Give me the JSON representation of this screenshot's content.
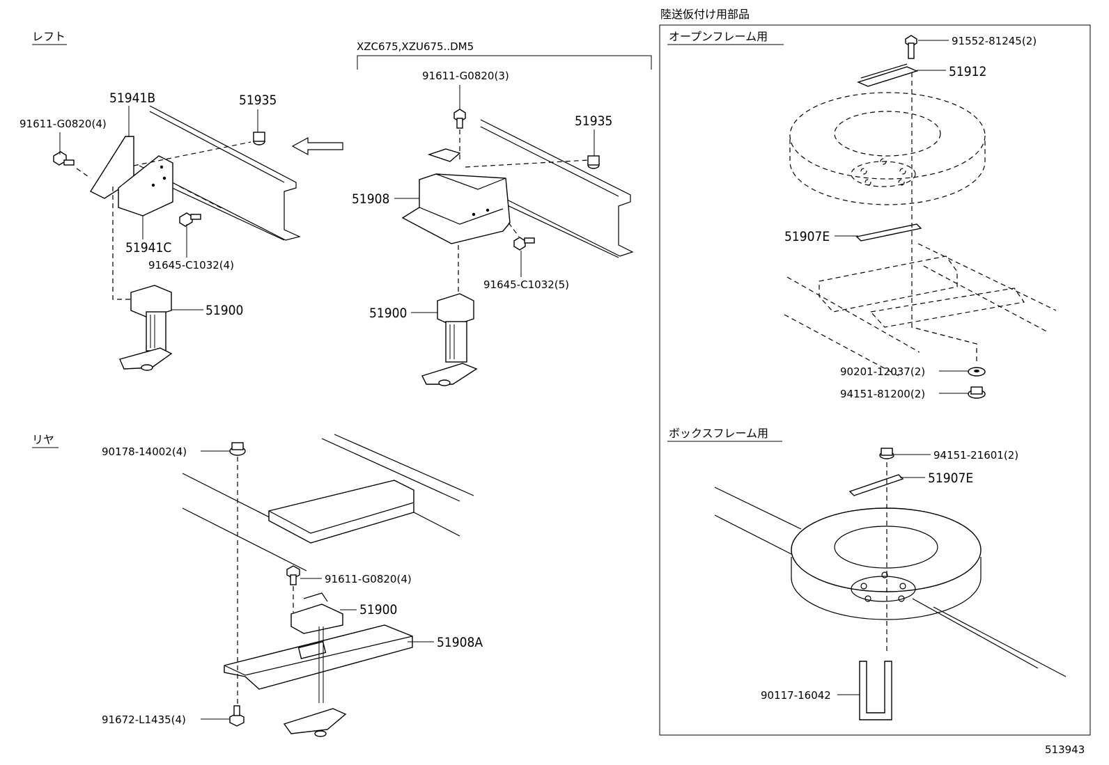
{
  "sections": {
    "left": "レフト",
    "rear": "リヤ",
    "model_note": "XZC675,XZU675..DM5",
    "transport_parts": "陸送仮付け用部品",
    "open_frame": "オープンフレーム用",
    "box_frame": "ボックスフレーム用"
  },
  "labels": {
    "l_51941b": "51941B",
    "l_51935a": "51935",
    "l_91611a": "91611-G0820(4)",
    "l_51941c": "51941C",
    "l_91645a": "91645-C1032(4)",
    "l_51900a": "51900",
    "m_91611": "91611-G0820(3)",
    "m_51935": "51935",
    "m_51908": "51908",
    "m_91645": "91645-C1032(5)",
    "m_51900": "51900",
    "r_90178": "90178-14002(4)",
    "r_91611": "91611-G0820(4)",
    "r_51900": "51900",
    "r_51908a": "51908A",
    "r_91672": "91672-L1435(4)",
    "o_91552": "91552-81245(2)",
    "o_51912": "51912",
    "o_51907e": "51907E",
    "o_90201": "90201-12037(2)",
    "o_94151": "94151-81200(2)",
    "b_94151": "94151-21601(2)",
    "b_51907e": "51907E",
    "b_90117": "90117-16042"
  },
  "diagram_id": "513943"
}
